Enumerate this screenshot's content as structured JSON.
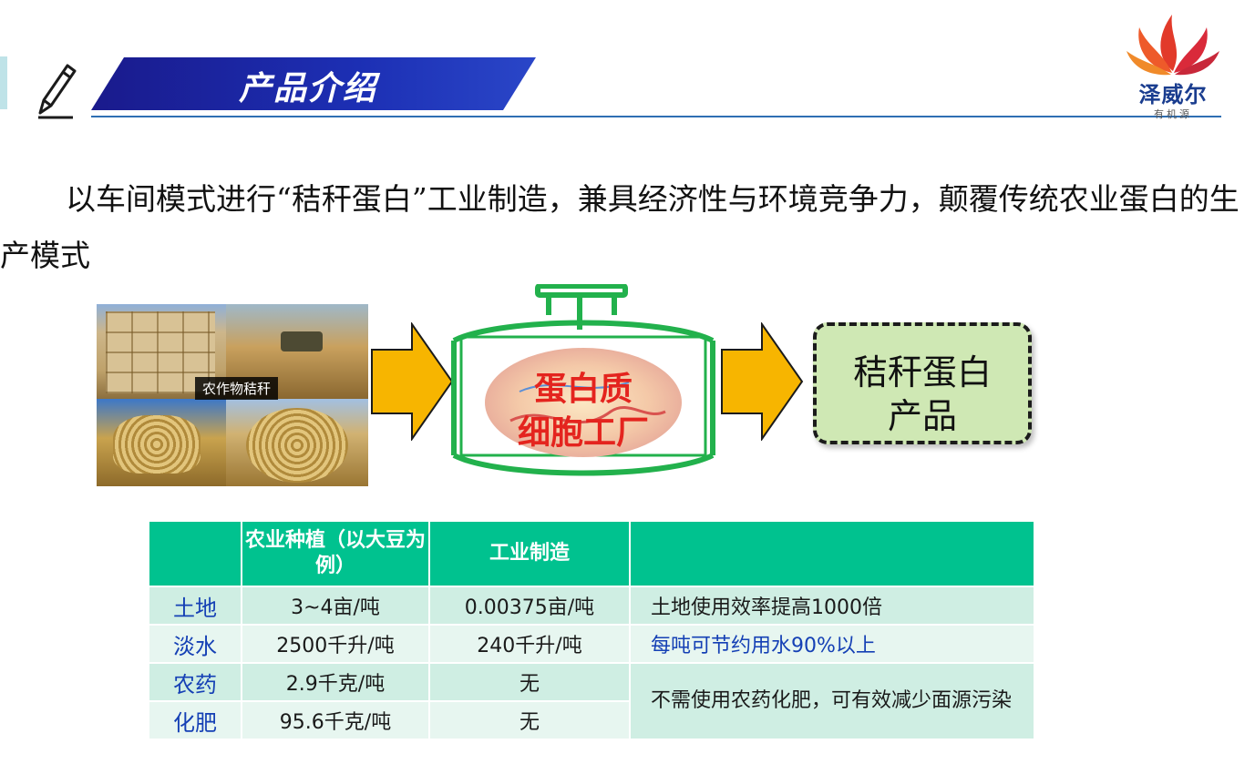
{
  "header": {
    "title": "产品介绍",
    "logo_main": "泽威尔",
    "logo_sub": "有机源"
  },
  "intro_text": "以车间模式进行“秸秆蛋白”工业制造，兼具经济性与环境竞争力，颠覆传统农业蛋白的生产模式",
  "flow": {
    "photo_label": "农作物秸秆",
    "reactor_line1": "蛋白质",
    "reactor_line2": "细胞工厂",
    "product_line1": "秸秆蛋白",
    "product_line2": "产品"
  },
  "table": {
    "headers": [
      "",
      "农业种植（以大豆为例）",
      "工业制造",
      ""
    ],
    "rows": [
      {
        "label": "土地",
        "agri": "3~4亩/吨",
        "industry": "0.00375亩/吨",
        "note": "土地使用效率提高1000倍"
      },
      {
        "label": "淡水",
        "agri": "2500千升/吨",
        "industry": "240千升/吨",
        "note": "每吨可节约用水90%以上"
      },
      {
        "label": "农药",
        "agri": "2.9千克/吨",
        "industry": "无",
        "note": "不需使用农药化肥，可有效减少面源污染"
      },
      {
        "label": "化肥",
        "agri": "95.6千克/吨",
        "industry": "无"
      }
    ]
  },
  "colors": {
    "title_band": "#1c2fb4",
    "table_header": "#00c28f",
    "row_label": "#1540b5",
    "reactor_outline": "#22b14c",
    "reactor_text": "#e4241e",
    "product_fill": "#cfe8b4",
    "arrow_fill": "#f7b500"
  }
}
